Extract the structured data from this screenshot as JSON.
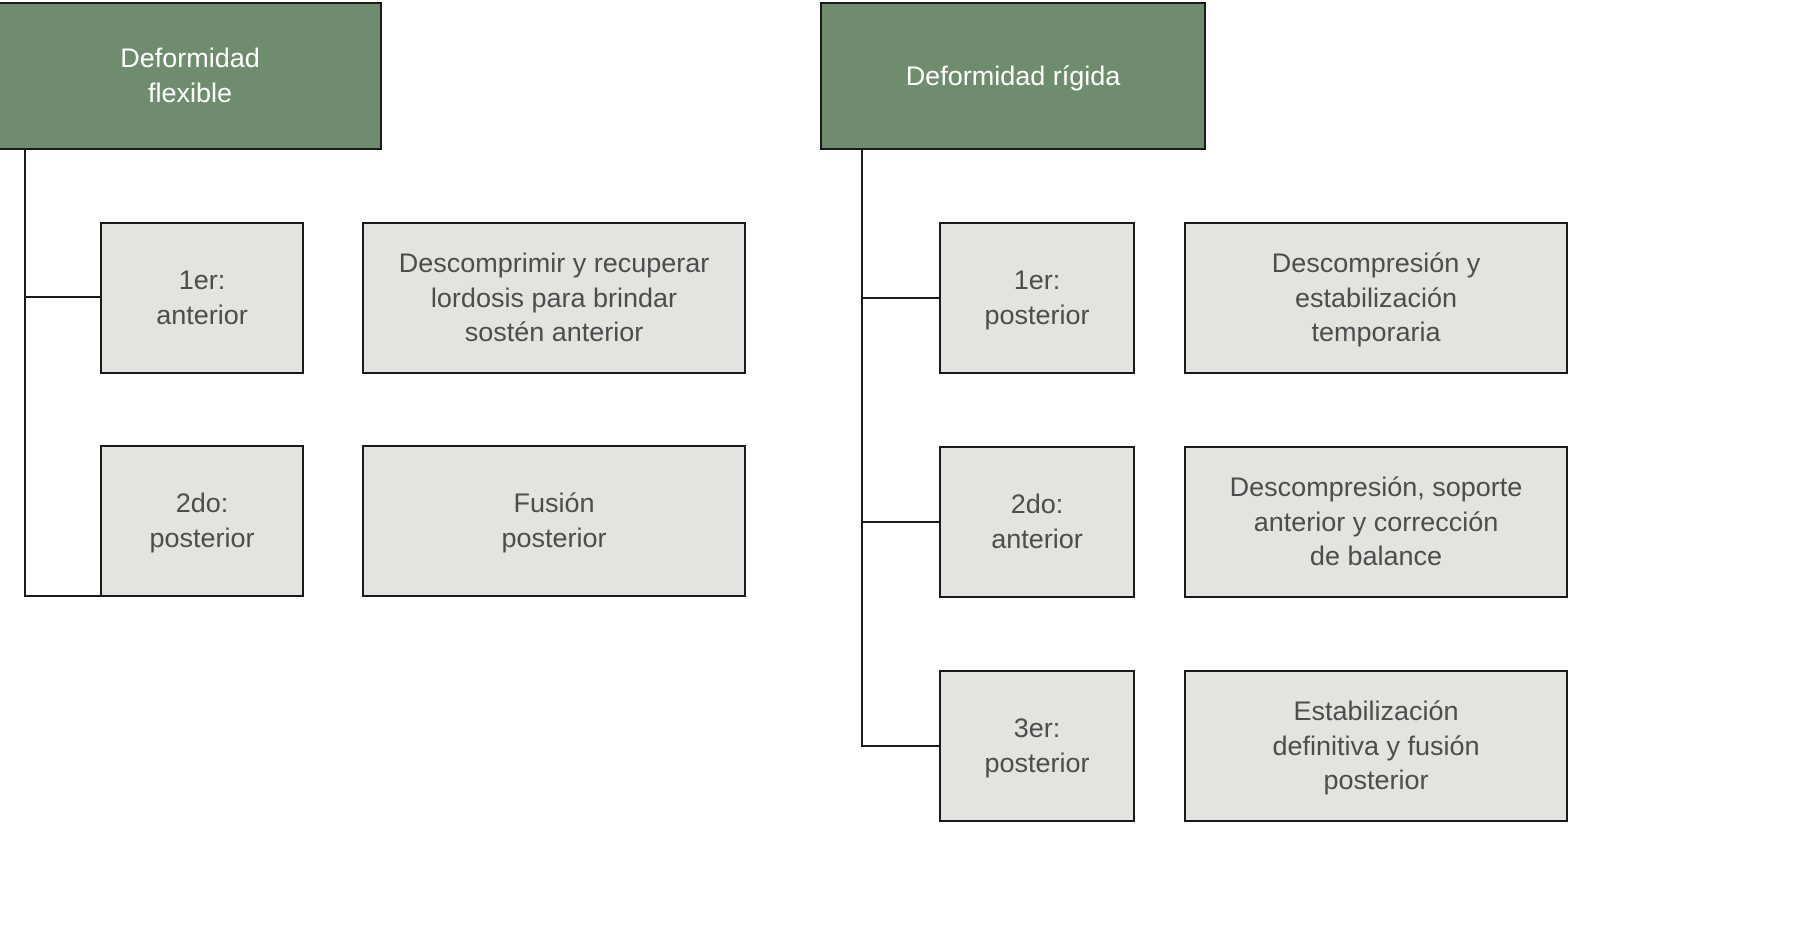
{
  "diagram": {
    "type": "flowchart-tree",
    "title": "",
    "colors": {
      "root_fill": "#6f8c6e",
      "root_text": "#ffffff",
      "node_fill": "#e2e4df",
      "node_text": "#4d4d4d",
      "border": "#1a1a1a",
      "background": "#ffffff"
    },
    "branches": [
      {
        "root_label": "Deformidad\nflexible",
        "steps": [
          {
            "step_label": "1er:\nanterior",
            "detail_label": "Descomprimir y recuperar\nlordosis para brindar\nsostén anterior"
          },
          {
            "step_label": "2do:\nposterior",
            "detail_label": "Fusión\nposterior"
          }
        ]
      },
      {
        "root_label": "Deformidad rígida",
        "steps": [
          {
            "step_label": "1er:\nposterior",
            "detail_label": "Descompresión y\nestabilización\ntemporaria"
          },
          {
            "step_label": "2do:\nanterior",
            "detail_label": "Descompresión, soporte\nanterior y corrección\nde balance"
          },
          {
            "step_label": "3er:\nposterior",
            "detail_label": "Estabilización\ndefinitiva y fusión\nposterior"
          }
        ]
      }
    ]
  }
}
